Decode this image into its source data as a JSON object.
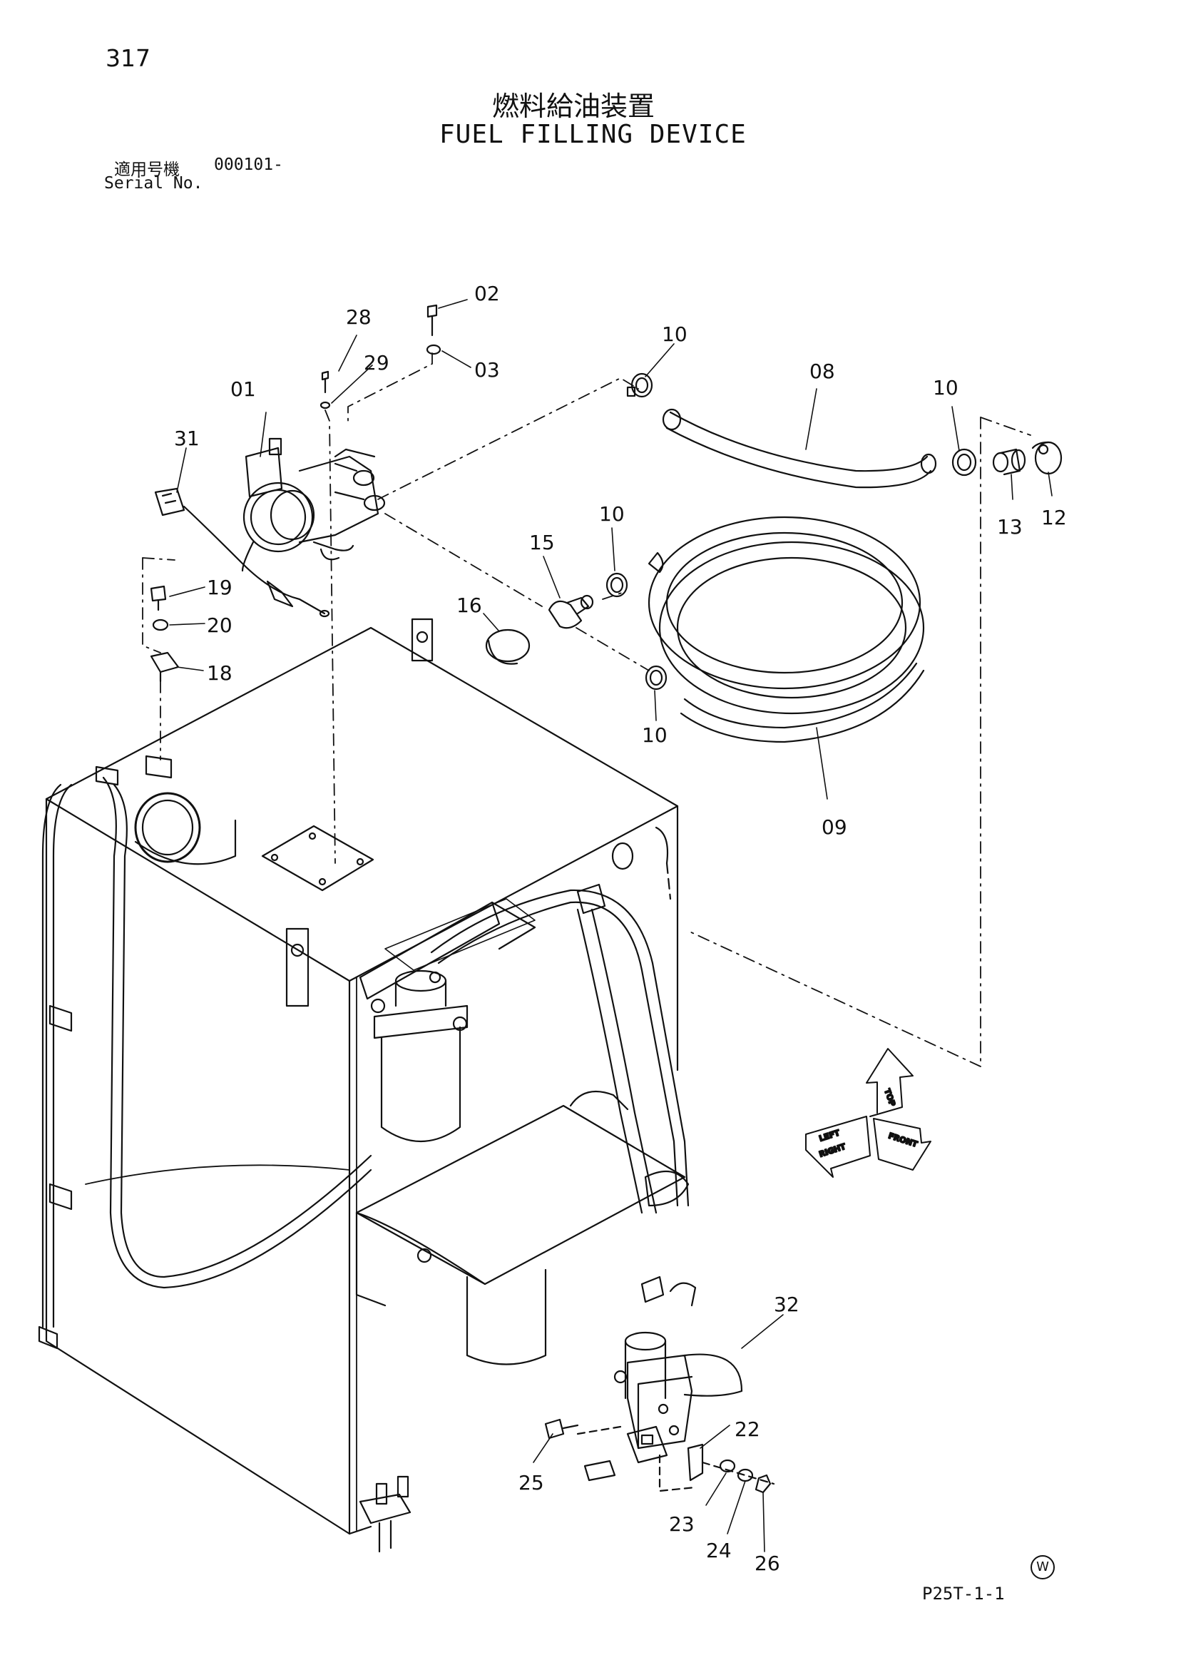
{
  "header": {
    "page_number": "317",
    "title_jp": "燃料給油装置",
    "title_en": "FUEL FILLING DEVICE",
    "serial_label_jp": "適用号機",
    "serial_value": "000101-",
    "serial_label_en": "Serial No."
  },
  "footer": {
    "page_code": "P25T-1-1",
    "mark": "W"
  },
  "direction_indicator": {
    "top": "TOP",
    "left": "LEFT",
    "front": "FRONT",
    "right": "RIGHT"
  },
  "callouts": [
    "01",
    "02",
    "03",
    "08",
    "09",
    "10",
    "12",
    "13",
    "15",
    "16",
    "18",
    "19",
    "20",
    "22",
    "23",
    "24",
    "25",
    "26",
    "28",
    "29",
    "31",
    "32"
  ]
}
